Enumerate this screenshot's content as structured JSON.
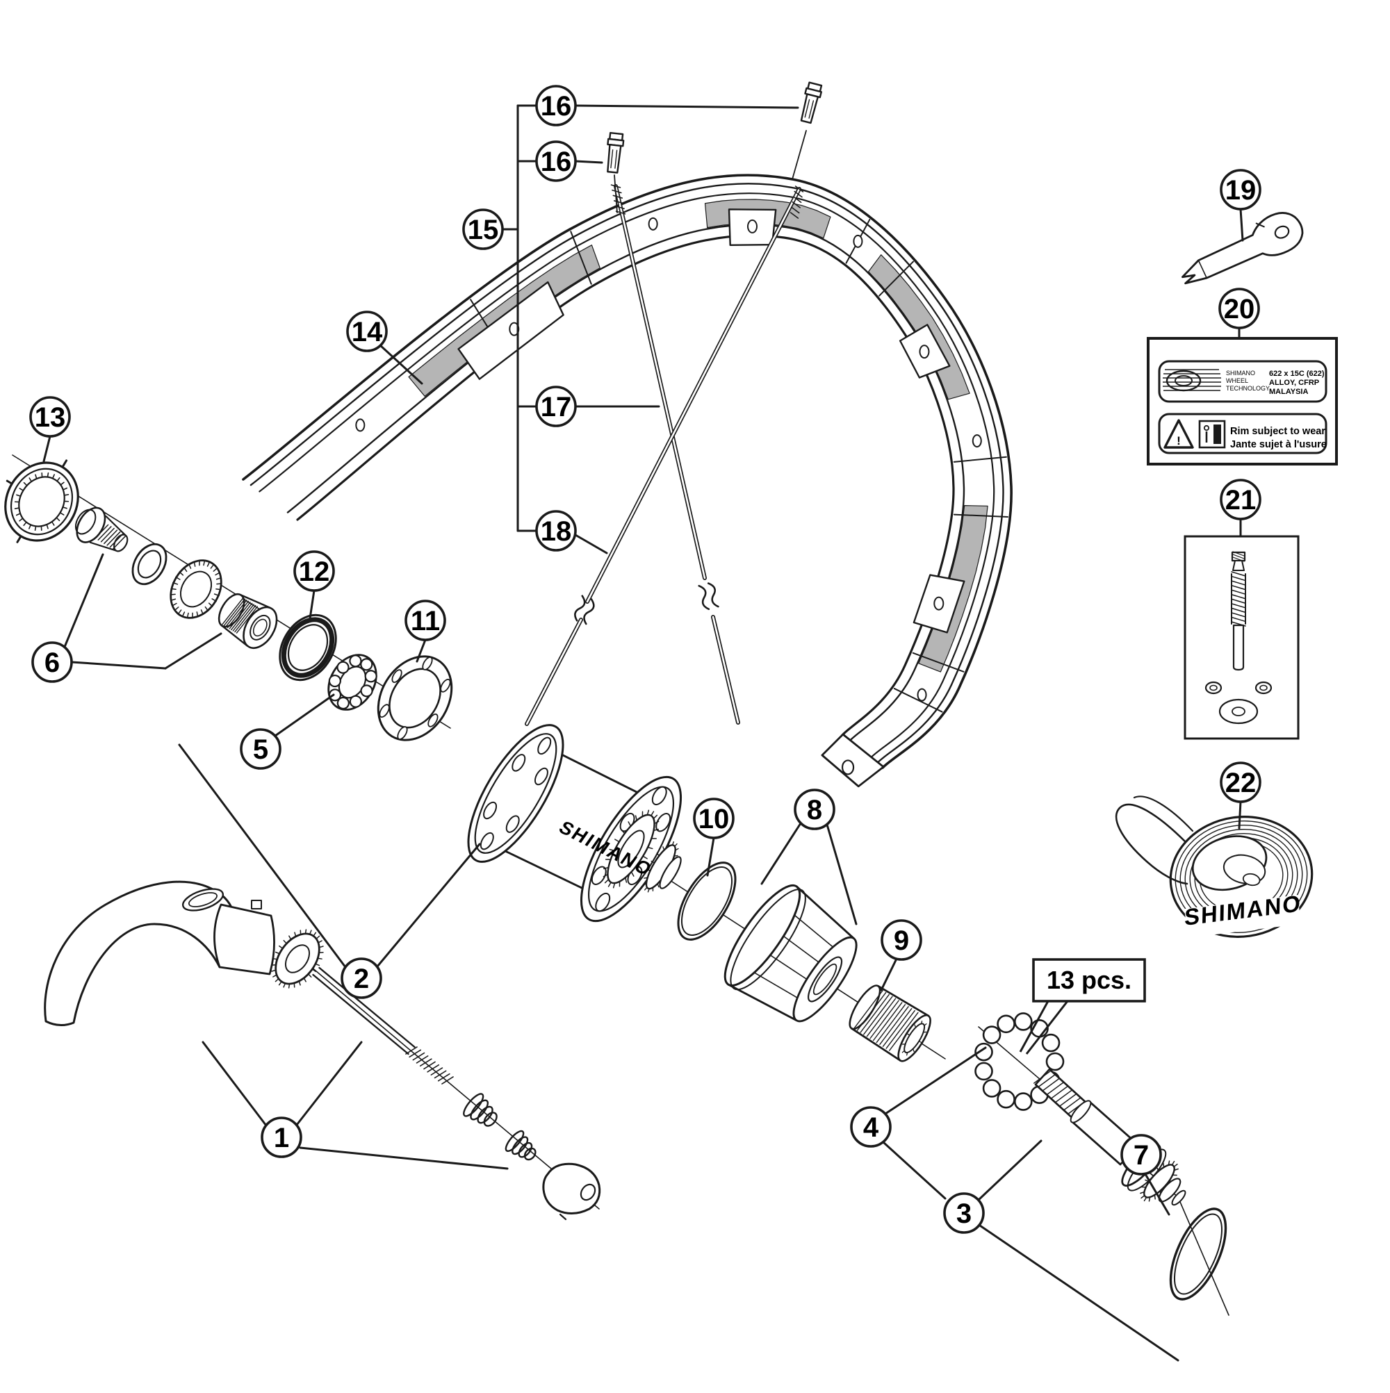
{
  "diagram": {
    "callout_labels": [
      "16",
      "16",
      "15",
      "14",
      "17",
      "18",
      "13",
      "6",
      "5",
      "12",
      "11",
      "10",
      "8",
      "9",
      "2",
      "1",
      "4",
      "3",
      "7",
      "19",
      "20",
      "21",
      "22"
    ],
    "pcs_label": "13 pcs.",
    "hub_brand": "SHIMANO",
    "rim_tape_brand": "SHIMANO",
    "labels_box": {
      "logo_lines": [
        "SHIMANO",
        "WHEEL",
        "TECHNOLOGY"
      ],
      "spec_lines": [
        "622 x 15C (622)",
        "ALLOY, CFRP",
        "MALAYSIA"
      ],
      "warning_lines": [
        "Rim subject to wear",
        "Jante sujet à l'usure"
      ],
      "warning_mark": "!"
    },
    "colors": {
      "line": "#1a1a1a",
      "shade": "#b5b5b5",
      "bg": "#ffffff"
    }
  }
}
